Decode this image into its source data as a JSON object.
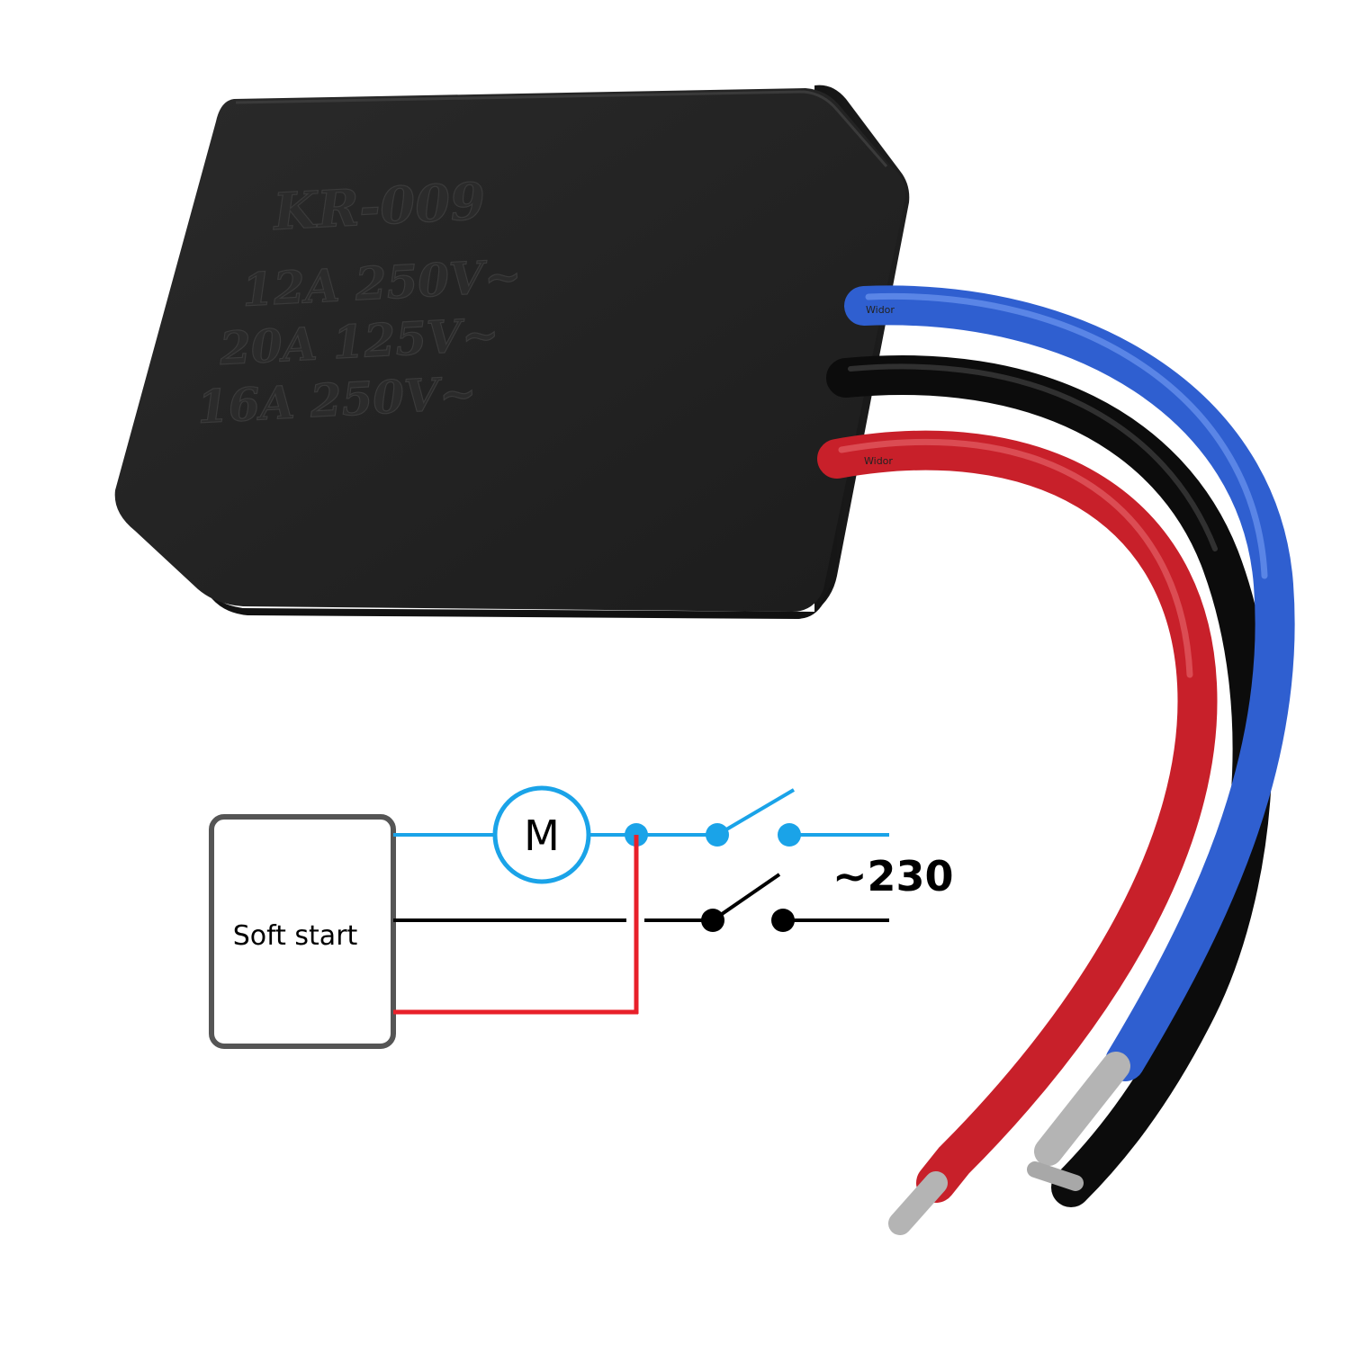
{
  "module": {
    "model": "KR-009",
    "ratings": [
      "12A 250V~",
      "20A 125V~",
      "16A 250V~"
    ],
    "wire_brand": "Widor",
    "wire_colors": {
      "blue": "#2f5fd0",
      "black": "#1a1a1a",
      "red": "#c8202a"
    }
  },
  "diagram": {
    "box_label": "Soft start",
    "motor_label": "M",
    "supply_label": "~230",
    "colors": {
      "live": "#1aa3e8",
      "neutral": "#000000",
      "sense": "#e8202a",
      "box_border": "#555555"
    }
  }
}
